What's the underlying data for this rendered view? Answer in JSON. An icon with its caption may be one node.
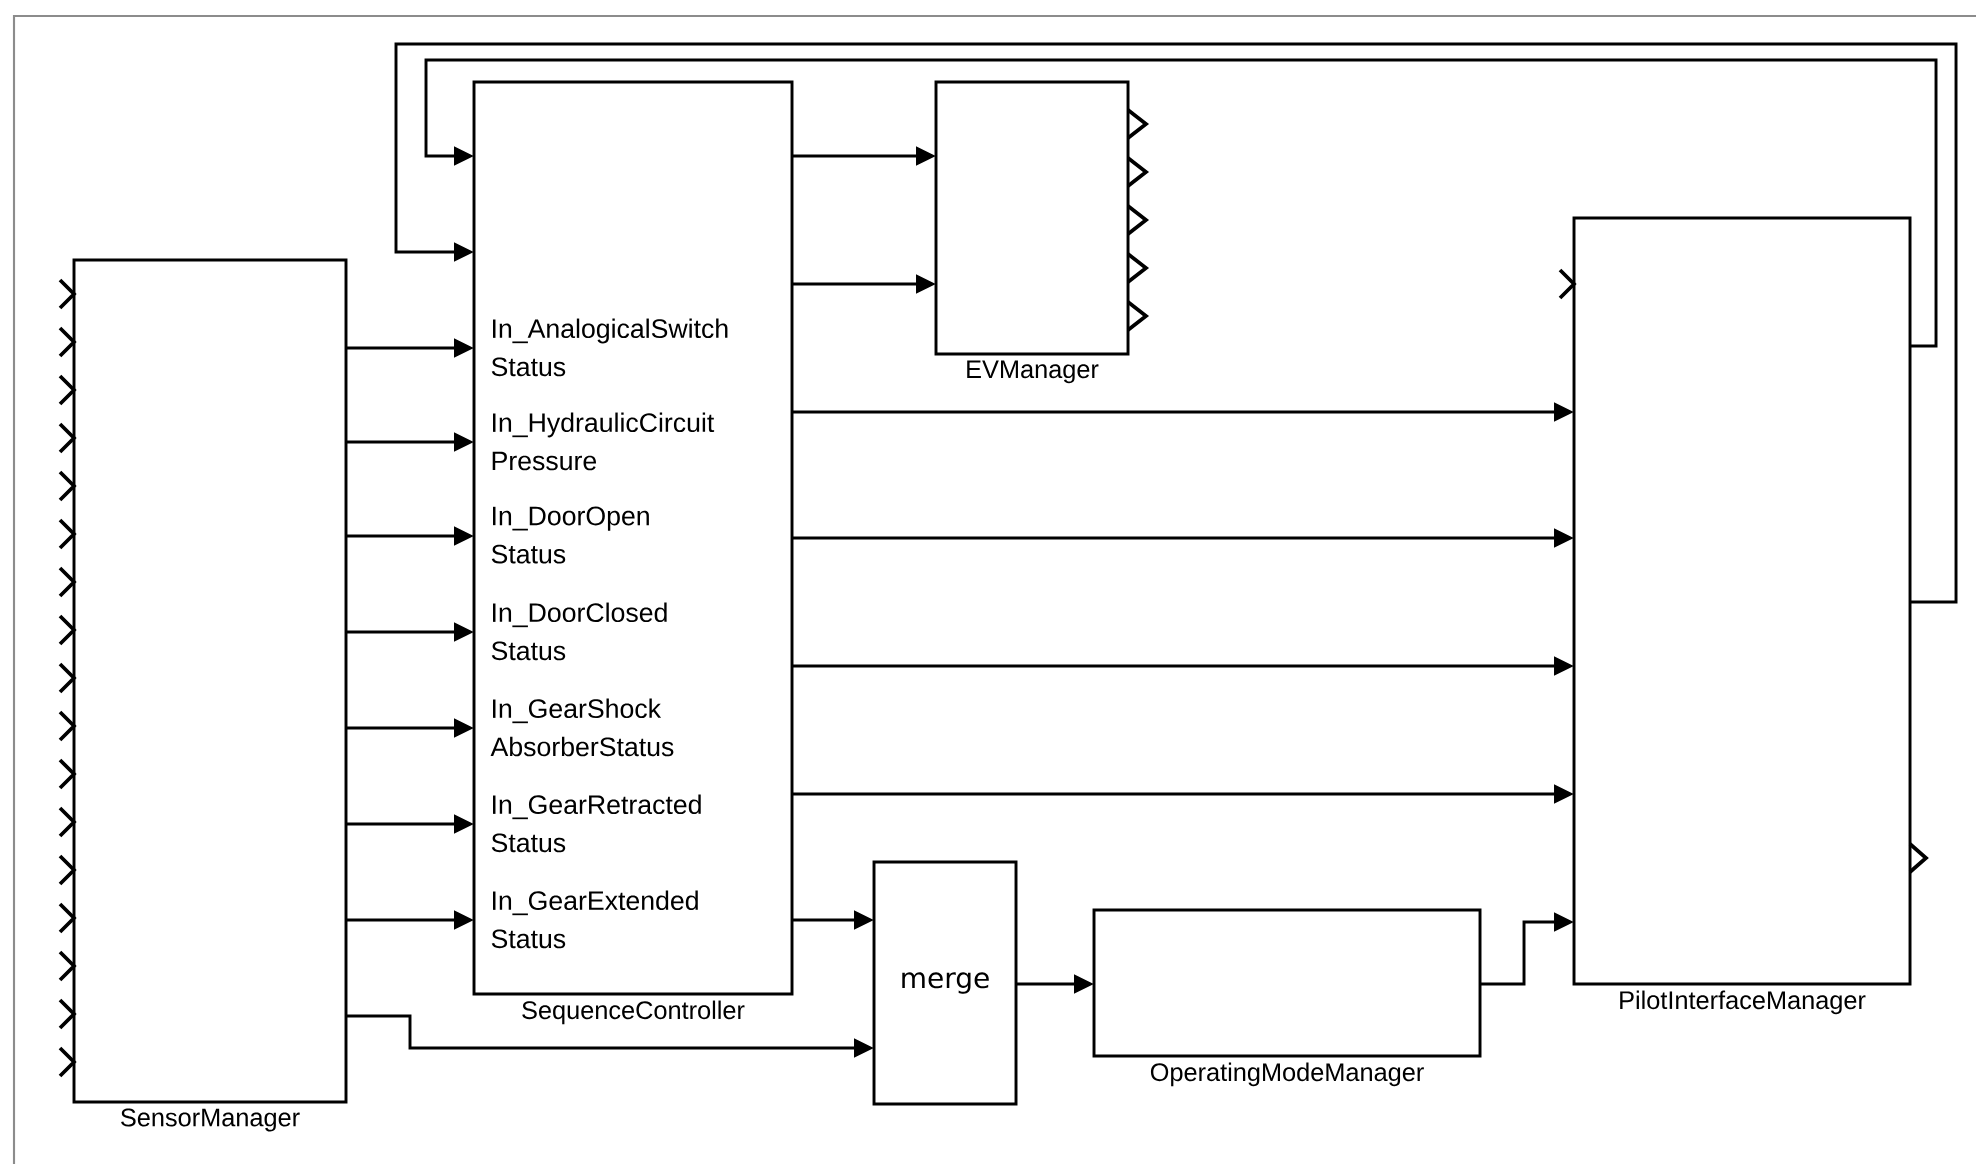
{
  "diagram": {
    "nodes": [
      {
        "text": [
          "SensorManager"
        ]
      },
      {
        "text": [
          "In_AnalogicalSwitch Status",
          "In_HydraulicCircuit Pressure",
          "In_DoorOpen Status",
          "In_DoorClosed Status",
          "In_GearShock AbsorberStatus",
          "In_GearRetracted Status",
          "In_GearExtended Status",
          "SequenceController"
        ]
      },
      {
        "text": [
          "EVManager"
        ]
      },
      {
        "text": [
          "PilotInterfaceManager"
        ]
      },
      {
        "text": [
          "merge"
        ]
      },
      {
        "text": [
          "OperatingModeManager"
        ]
      }
    ],
    "edges": [
      {
        "from": 0,
        "to": 1,
        "arrow": "to"
      },
      {
        "from": 0,
        "to": 1,
        "arrow": "to"
      },
      {
        "from": 0,
        "to": 1,
        "arrow": "to"
      },
      {
        "from": 0,
        "to": 1,
        "arrow": "to"
      },
      {
        "from": 0,
        "to": 1,
        "arrow": "to"
      },
      {
        "from": 0,
        "to": 1,
        "arrow": "to"
      },
      {
        "from": 0,
        "to": 1,
        "arrow": "to"
      },
      {
        "from": 0,
        "to": 4,
        "arrow": "to"
      },
      {
        "from": 1,
        "to": 2,
        "arrow": "to"
      },
      {
        "from": 1,
        "to": 2,
        "arrow": "to"
      },
      {
        "from": 1,
        "to": 3,
        "arrow": "to"
      },
      {
        "from": 1,
        "to": 3,
        "arrow": "to"
      },
      {
        "from": 1,
        "to": 3,
        "arrow": "to"
      },
      {
        "from": 1,
        "to": 3,
        "arrow": "to"
      },
      {
        "from": 1,
        "to": 4,
        "arrow": "to"
      },
      {
        "from": 4,
        "to": 5,
        "arrow": "to"
      },
      {
        "from": 5,
        "to": 3,
        "arrow": "to"
      },
      {
        "from": 3,
        "to": 1,
        "arrow": "to"
      },
      {
        "from": 3,
        "to": 1,
        "arrow": "to"
      }
    ]
  }
}
